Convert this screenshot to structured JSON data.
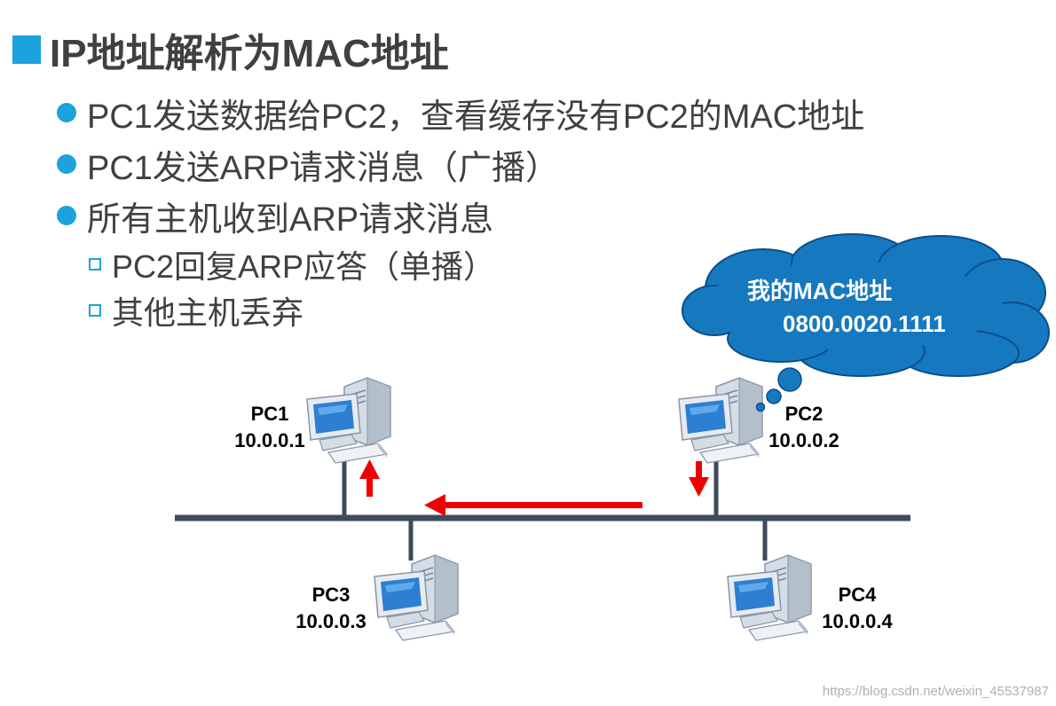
{
  "title": "IP地址解析为MAC地址",
  "bullets": [
    "PC1发送数据给PC2，查看缓存没有PC2的MAC地址",
    "PC1发送ARP请求消息（广播）",
    "所有主机收到ARP请求消息"
  ],
  "sub_bullets": [
    "PC2回复ARP应答（单播）",
    "其他主机丢弃"
  ],
  "cloud": {
    "line1": "我的MAC地址",
    "line2": "0800.0020.1111"
  },
  "hosts": {
    "pc1": {
      "name": "PC1",
      "ip": "10.0.0.1"
    },
    "pc2": {
      "name": "PC2",
      "ip": "10.0.0.2"
    },
    "pc3": {
      "name": "PC3",
      "ip": "10.0.0.3"
    },
    "pc4": {
      "name": "PC4",
      "ip": "10.0.0.4"
    }
  },
  "watermark": "https://blog.csdn.net/weixin_45537987",
  "colors": {
    "accent": "#1aa3dc",
    "text": "#404040",
    "bus": "#3d4b5c",
    "arrow": "#ee0000",
    "cloud": "#1679c0"
  }
}
